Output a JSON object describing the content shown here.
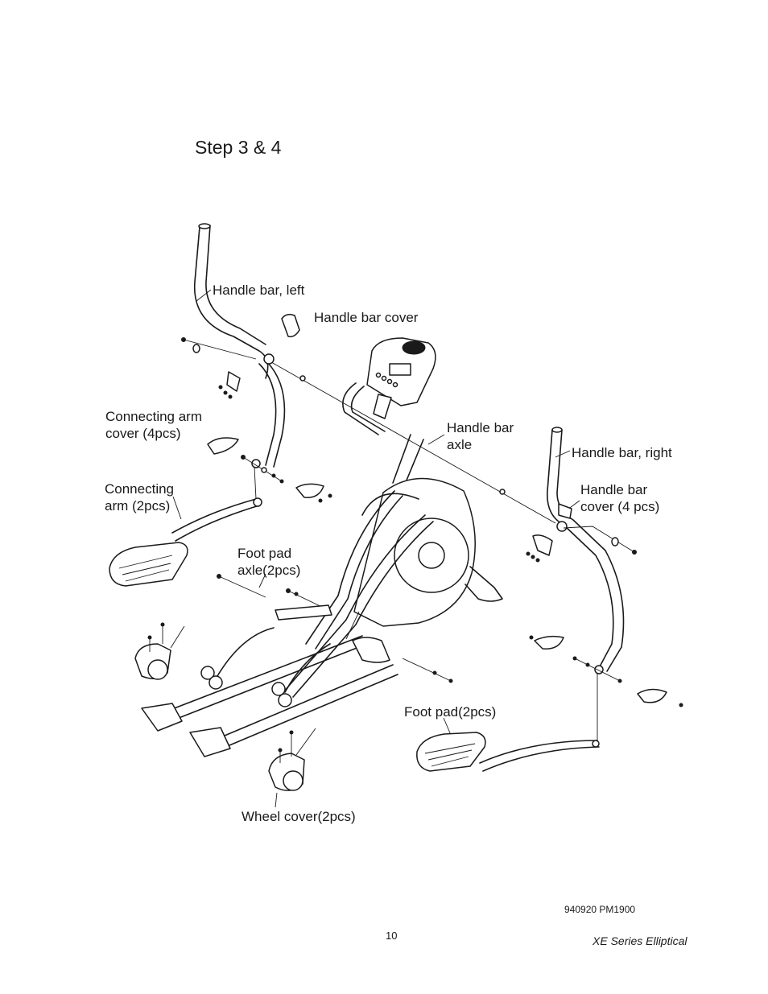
{
  "page": {
    "title": "Step 3 & 4",
    "footer_code": "940920 PM1900",
    "page_number": "10",
    "series_name": "XE Series Elliptical"
  },
  "labels": {
    "handle_bar_left": "Handle bar, left",
    "handle_bar_cover": "Handle bar cover",
    "connecting_arm_cover_l1": "Connecting arm",
    "connecting_arm_cover_l2": "cover (4pcs)",
    "handle_bar_axle_l1": "Handle bar",
    "handle_bar_axle_l2": "axle",
    "handle_bar_right": "Handle bar, right",
    "connecting_arm_l1": "Connecting",
    "connecting_arm_l2": "arm (2pcs)",
    "handle_bar_cover_4_l1": "Handle bar",
    "handle_bar_cover_4_l2": "cover (4 pcs)",
    "foot_pad_axle_l1": "Foot pad",
    "foot_pad_axle_l2": "axle(2pcs)",
    "foot_pad": "Foot pad(2pcs)",
    "wheel_cover": "Wheel cover(2pcs)"
  }
}
